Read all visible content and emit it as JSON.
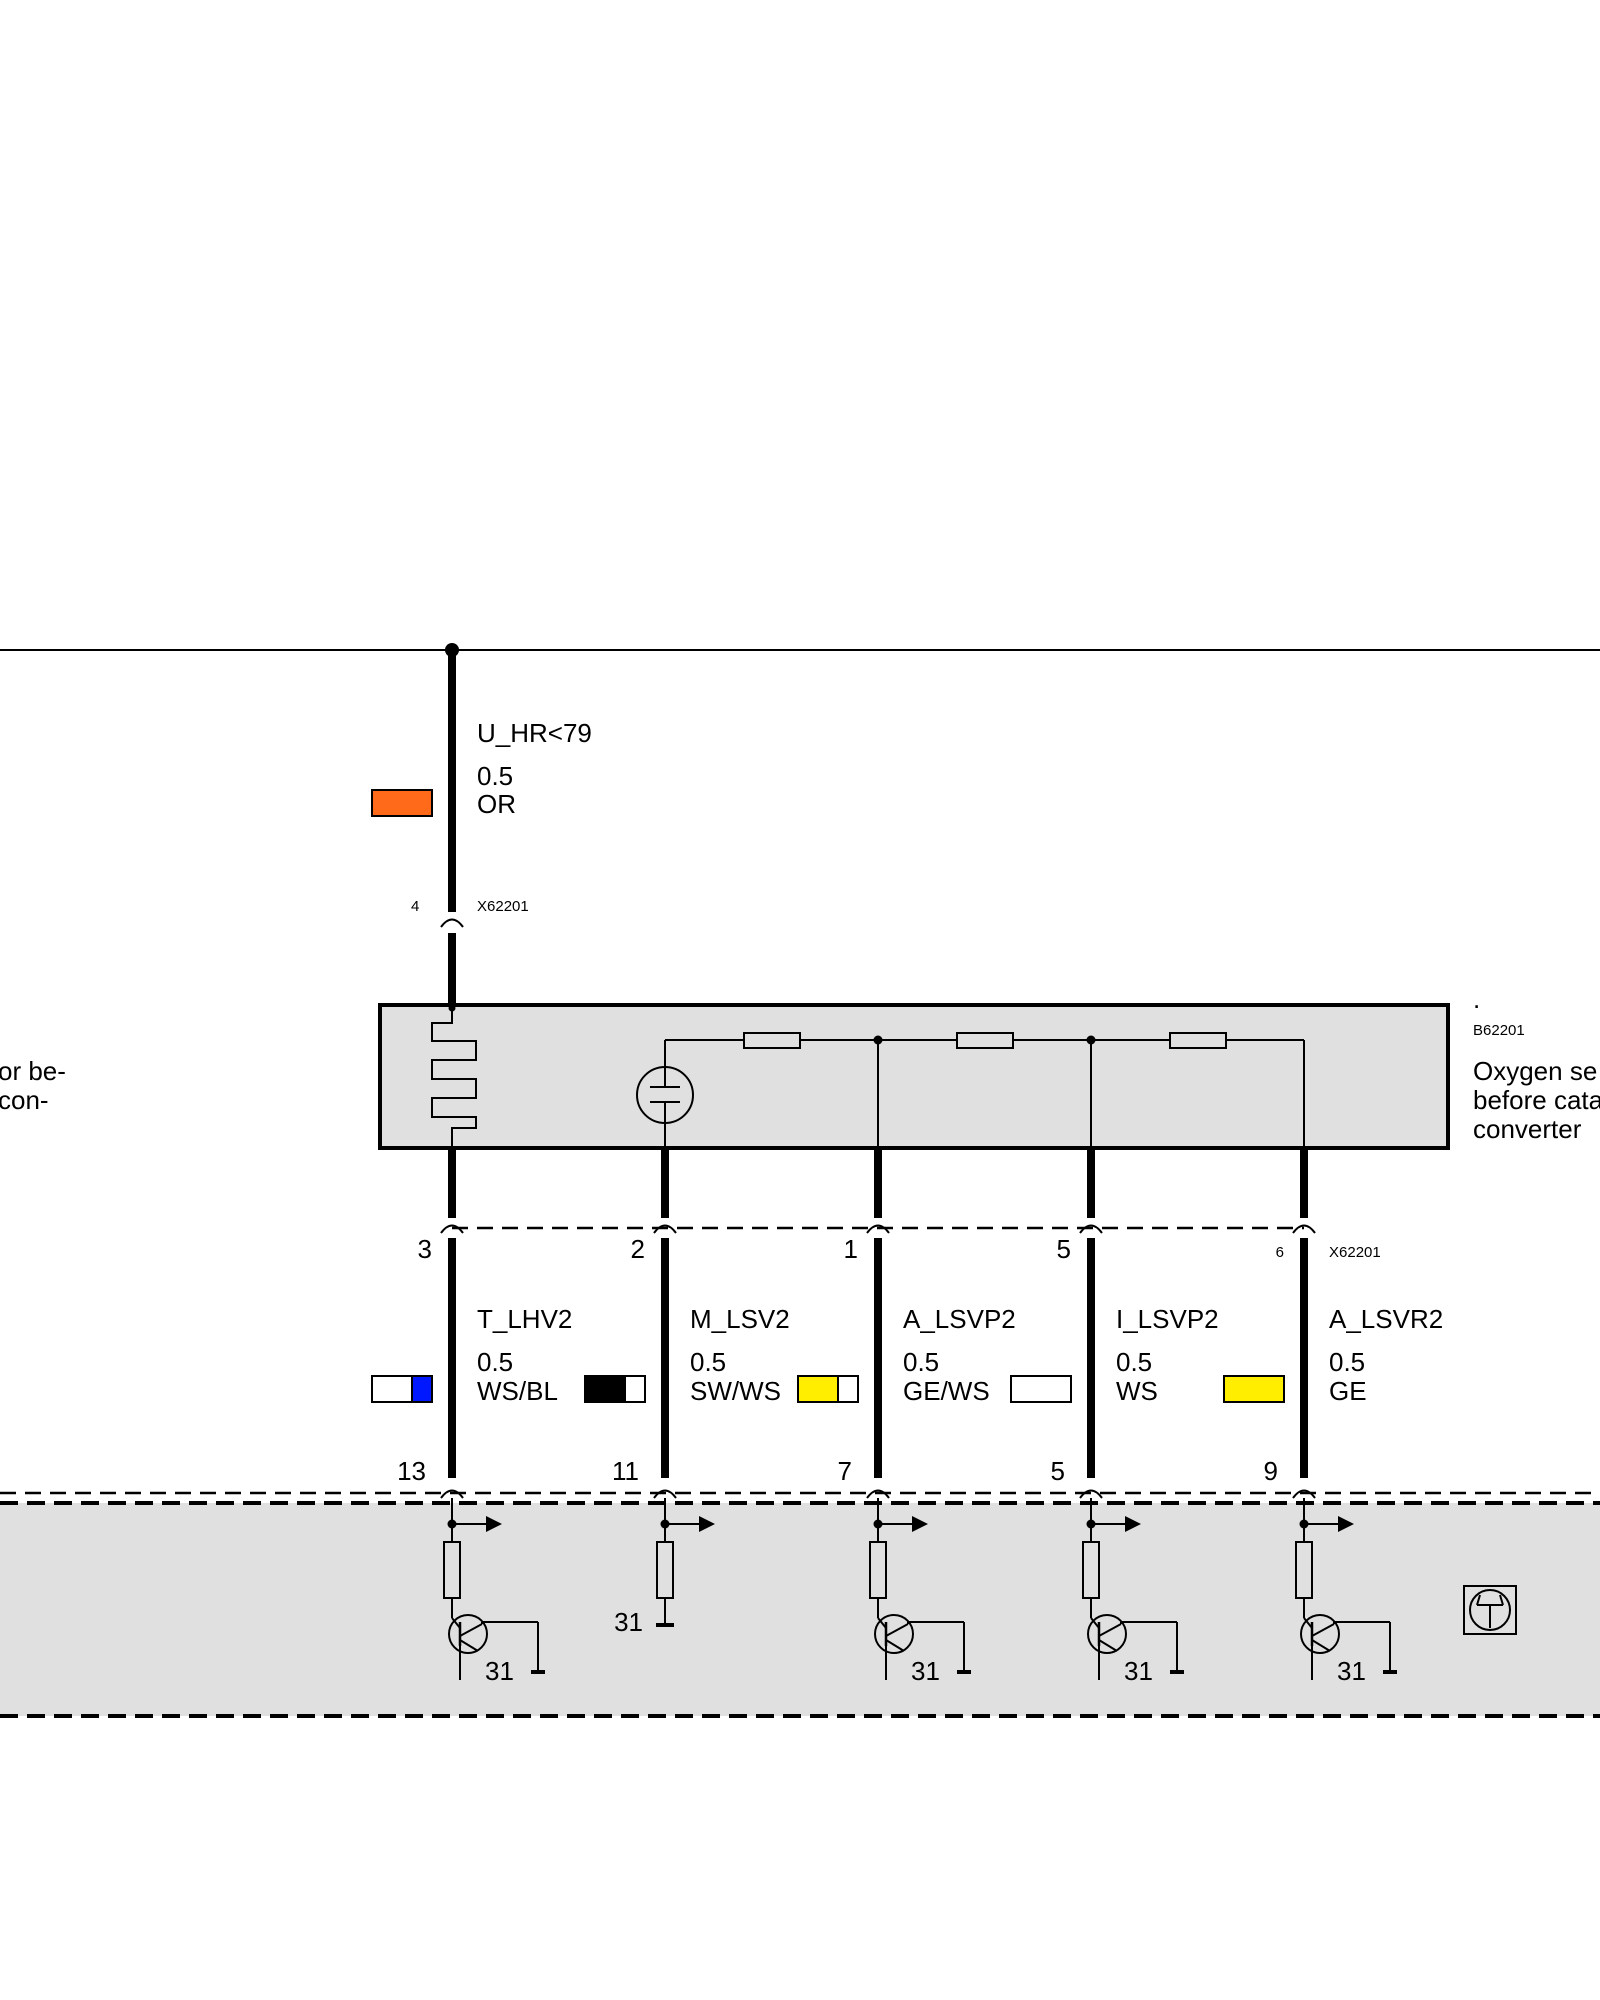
{
  "supply_wire": {
    "signal": "U_HR<79",
    "gauge": "0.5",
    "color_code": "OR",
    "swatch": [
      "#ff6a1a"
    ],
    "pin": "4",
    "connector": "X62201"
  },
  "sensor": {
    "marker": ".",
    "id": "B62201",
    "name_lines": [
      "Oxygen se",
      "before cata",
      "converter"
    ],
    "left_fragment_lines": [
      "or be-",
      "con-"
    ],
    "fill": "#e0e0e0"
  },
  "lower_connector": {
    "id": "X62201"
  },
  "wires": [
    {
      "sensor_pin": "3",
      "signal": "T_LHV2",
      "gauge": "0.5",
      "color_code": "WS/BL",
      "swatch": [
        "#ffffff",
        "#0018ff"
      ],
      "ecu_pin": "13",
      "ground": "31"
    },
    {
      "sensor_pin": "2",
      "signal": "M_LSV2",
      "gauge": "0.5",
      "color_code": "SW/WS",
      "swatch": [
        "#000000",
        "#ffffff"
      ],
      "ecu_pin": "11",
      "ground": "31"
    },
    {
      "sensor_pin": "1",
      "signal": "A_LSVP2",
      "gauge": "0.5",
      "color_code": "GE/WS",
      "swatch": [
        "#ffee00",
        "#ffffff"
      ],
      "ecu_pin": "7",
      "ground": "31"
    },
    {
      "sensor_pin": "5",
      "signal": "I_LSVP2",
      "gauge": "0.5",
      "color_code": "WS",
      "swatch": [
        "#ffffff"
      ],
      "ecu_pin": "5",
      "ground": "31"
    },
    {
      "sensor_pin": "6",
      "signal": "A_LSVR2",
      "gauge": "0.5",
      "color_code": "GE",
      "swatch": [
        "#ffee00"
      ],
      "ecu_pin": "9",
      "ground": "31"
    }
  ],
  "ecu": {
    "fill": "#e0e0e0",
    "icon": "transistor-symbol-icon"
  }
}
